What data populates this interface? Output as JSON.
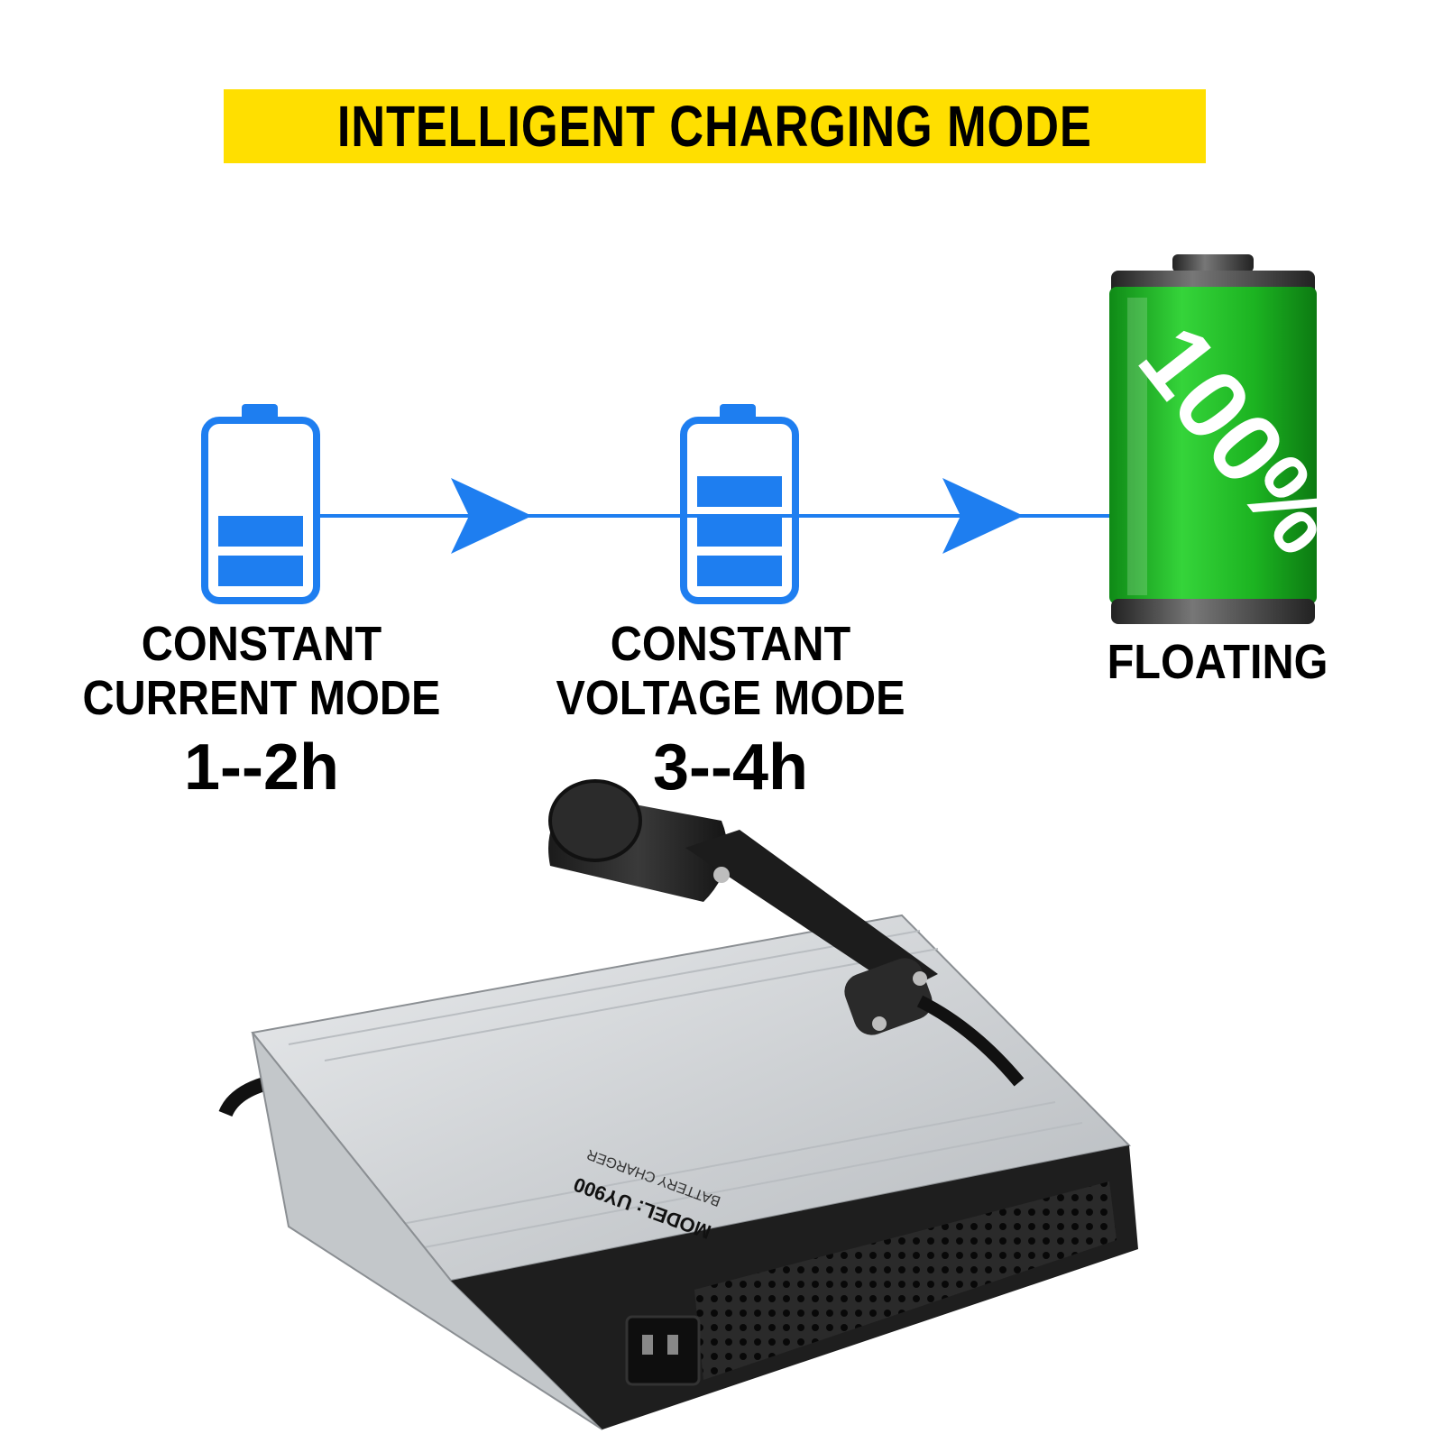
{
  "banner": {
    "title": "INTELLIGENT CHARGING MODE"
  },
  "stages": [
    {
      "line1": "CONSTANT",
      "line2": "CURRENT MODE",
      "time": "1--2h",
      "fill_bars": 2
    },
    {
      "line1": "CONSTANT",
      "line2": "VOLTAGE MODE",
      "time": "3--4h",
      "fill_bars": 3
    },
    {
      "line1": "FLOATING",
      "percent": "100%"
    }
  ],
  "colors": {
    "banner": "#ffdf00",
    "blue": "#1e7ef0",
    "green": "#1fb81f",
    "housing": "#d5d8db"
  },
  "product": {
    "model": "MODEL: UY900",
    "subtitle": "BATTERY CHARGER"
  }
}
